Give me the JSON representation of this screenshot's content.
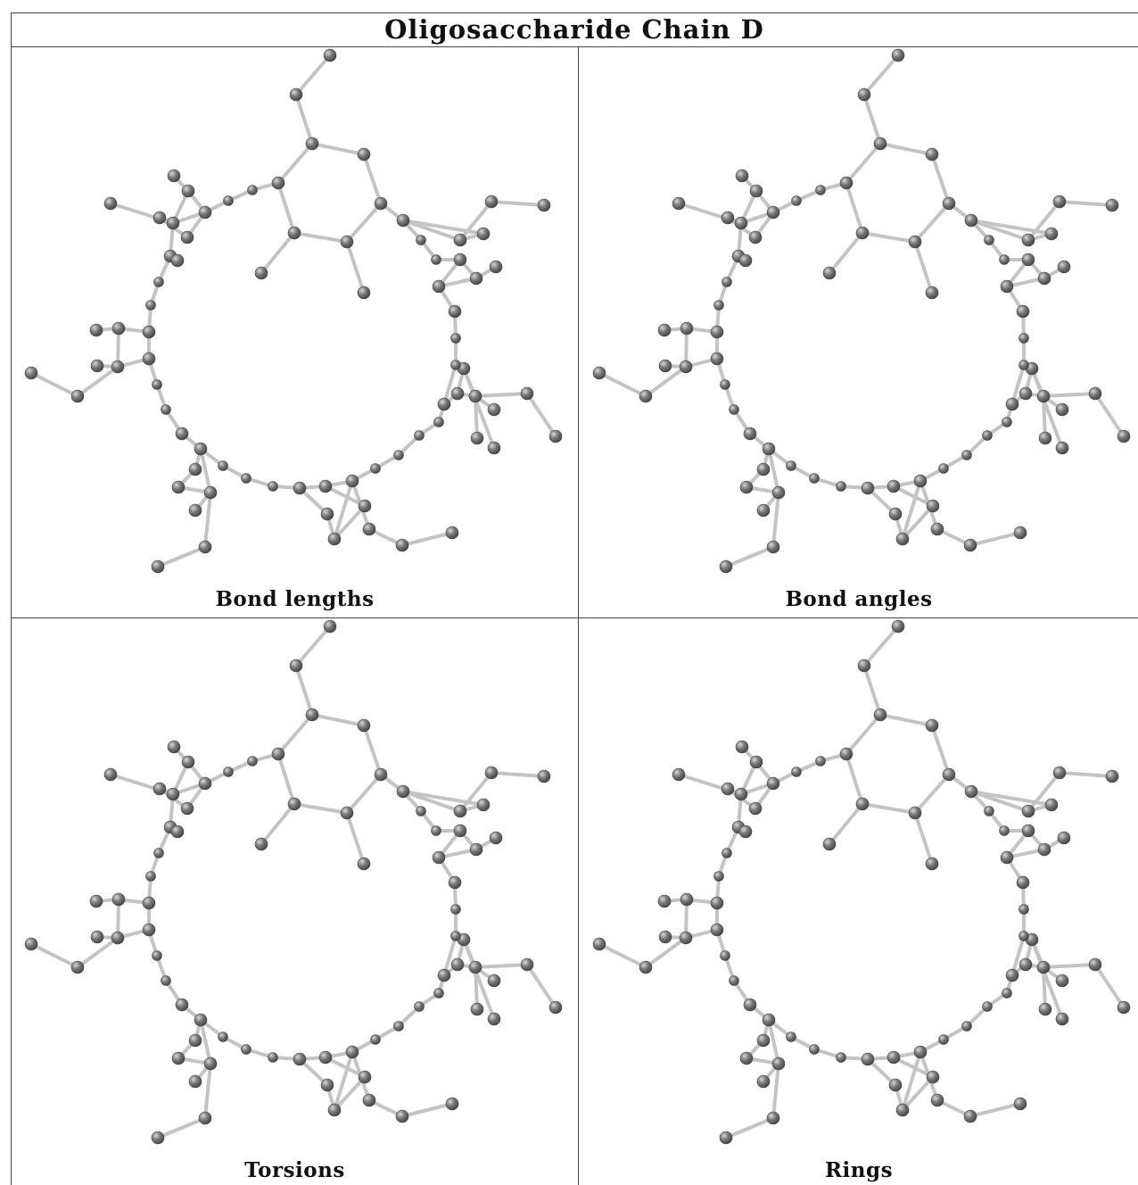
{
  "title": "Oligosaccharide Chain D",
  "panels": [
    {
      "caption": "Bond lengths"
    },
    {
      "caption": "Bond angles"
    },
    {
      "caption": "Torsions"
    },
    {
      "caption": "Rings"
    }
  ],
  "colors": {
    "atom": "#7a7a7a",
    "bond": "#c4c4c4",
    "border": "#444444"
  }
}
